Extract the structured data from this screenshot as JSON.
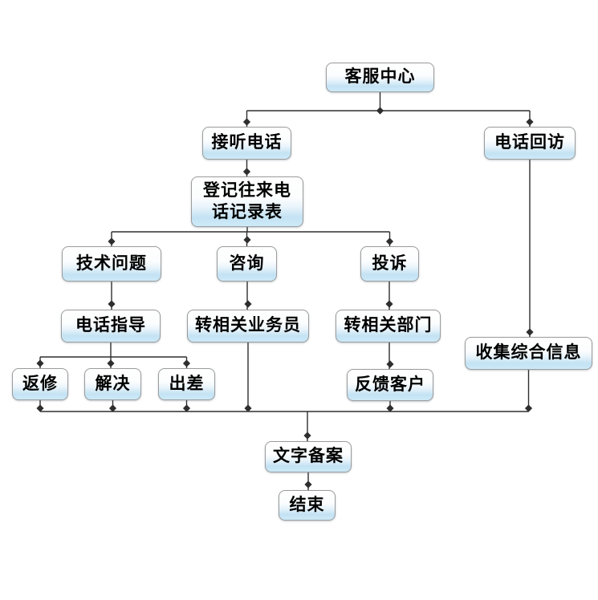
{
  "diagram": {
    "type": "flowchart",
    "nodes": {
      "service_center": {
        "label": "客服中心"
      },
      "answer_call": {
        "label": "接听电话"
      },
      "phone_followup": {
        "label": "电话回访"
      },
      "register_log": {
        "label": "登记往来电\n话记录表"
      },
      "tech_issue": {
        "label": "技术问题"
      },
      "consult": {
        "label": "咨询"
      },
      "complaint": {
        "label": "投诉"
      },
      "phone_guidance": {
        "label": "电话指导"
      },
      "to_salesperson": {
        "label": "转相关业务员"
      },
      "to_department": {
        "label": "转相关部门"
      },
      "collect_info": {
        "label": "收集综合信息"
      },
      "return_repair": {
        "label": "返修"
      },
      "resolve": {
        "label": "解决"
      },
      "business_trip": {
        "label": "出差"
      },
      "feedback_customer": {
        "label": "反馈客户"
      },
      "written_record": {
        "label": "文字备案"
      },
      "end": {
        "label": "结束"
      }
    },
    "edges": [
      {
        "from": "客服中心",
        "to": "接听电话"
      },
      {
        "from": "客服中心",
        "to": "电话回访"
      },
      {
        "from": "接听电话",
        "to": "登记往来电话记录表"
      },
      {
        "from": "登记往来电话记录表",
        "to": "技术问题"
      },
      {
        "from": "登记往来电话记录表",
        "to": "咨询"
      },
      {
        "from": "登记往来电话记录表",
        "to": "投诉"
      },
      {
        "from": "技术问题",
        "to": "电话指导"
      },
      {
        "from": "咨询",
        "to": "转相关业务员"
      },
      {
        "from": "投诉",
        "to": "转相关部门"
      },
      {
        "from": "电话指导",
        "to": "返修"
      },
      {
        "from": "电话指导",
        "to": "解决"
      },
      {
        "from": "电话指导",
        "to": "出差"
      },
      {
        "from": "转相关部门",
        "to": "反馈客户"
      },
      {
        "from": "电话回访",
        "to": "收集综合信息"
      },
      {
        "from": "返修",
        "to": "文字备案"
      },
      {
        "from": "解决",
        "to": "文字备案"
      },
      {
        "from": "出差",
        "to": "文字备案"
      },
      {
        "from": "转相关业务员",
        "to": "文字备案"
      },
      {
        "from": "反馈客户",
        "to": "文字备案"
      },
      {
        "from": "收集综合信息",
        "to": "文字备案"
      },
      {
        "from": "文字备案",
        "to": "结束"
      }
    ],
    "colors": {
      "box_fill_top": "#ffffff",
      "box_fill_bottom": "#c9e6f6",
      "box_border": "#9c9c9c",
      "connector": "#2e2e2e",
      "text": "#000000",
      "background": "#ffffff"
    }
  }
}
